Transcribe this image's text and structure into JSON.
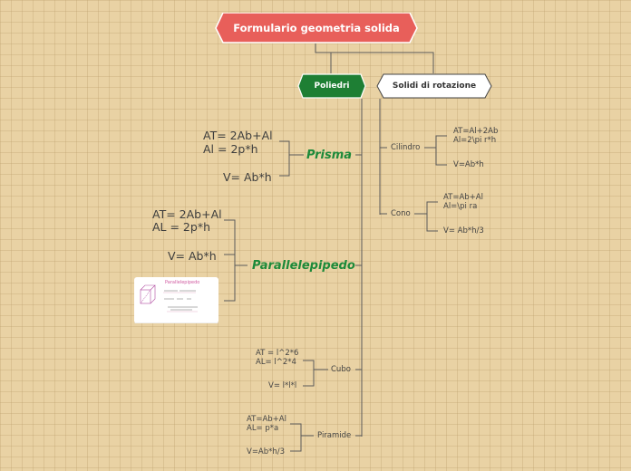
{
  "root": {
    "title": "Formulario geometria solida",
    "color": "#e85f5a"
  },
  "branches": {
    "poliedri": {
      "label": "Poliedri",
      "color": "#1e7f34"
    },
    "rotazione": {
      "label": "Solidi di rotazione"
    }
  },
  "prisma": {
    "label": "Prisma",
    "at": "AT= 2Ab+Al",
    "al": "Al = 2p*h",
    "v": "V= Ab*h"
  },
  "parallelepipedo": {
    "label": "Parallelepipedo",
    "at": "AT= 2Ab+Al",
    "al": "AL = 2p*h",
    "v": "V= Ab*h"
  },
  "cubo": {
    "label": "Cubo",
    "at": "AT = l^2*6",
    "al": "AL= l^2*4",
    "v": "V= l*l*l"
  },
  "piramide": {
    "label": "Piramide",
    "at": "AT=Ab+Al",
    "al": "AL= p*a",
    "v": "V=Ab*h/3"
  },
  "cilindro": {
    "label": "Cilindro",
    "at": "AT=Al+2Ab",
    "al": "Al=2\\pi r*h",
    "v": "V=Ab*h"
  },
  "cono": {
    "label": "Cono",
    "at": "AT=Ab+Al",
    "al": "Al=\\pi ra",
    "v": "V= Ab*h/3"
  },
  "thumbnail": {
    "caption": "Parallelepipedo"
  }
}
